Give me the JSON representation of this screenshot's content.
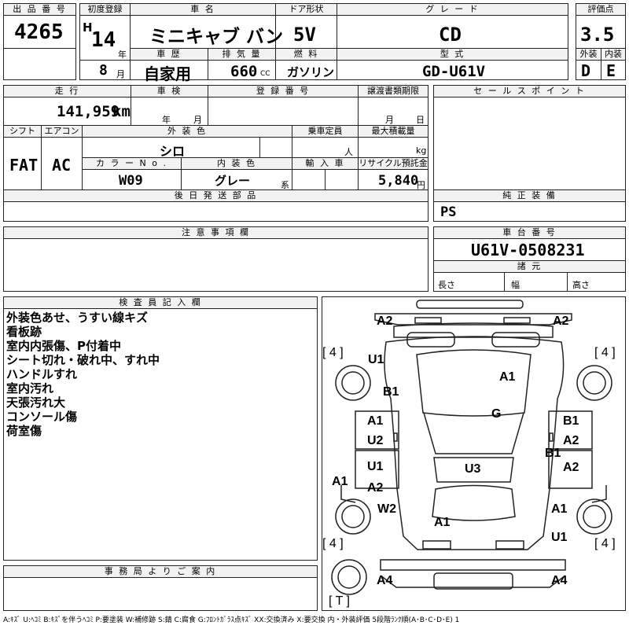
{
  "headers": {
    "lot_no": "出 品 番 号",
    "first_reg": "初度登録",
    "car_name": "車 名",
    "doors": "ドア形状",
    "grade": "グ レ ー ド",
    "score": "評価点",
    "history": "車 歴",
    "displacement": "排 気 量",
    "fuel": "燃 料",
    "model_type": "型 式",
    "exterior": "外装",
    "interior": "内装",
    "mileage": "走 行",
    "inspection": "車 検",
    "reg_no": "登 録 番 号",
    "transfer_deadline": "譲渡書類期限",
    "sales_points": "セ ー ル ス ポ イ ン ト",
    "shift": "シフト",
    "aircon": "エアコン",
    "ext_color": "外 装 色",
    "capacity": "乗車定員",
    "max_load": "最大積載量",
    "color_no": "カ ラ ー N o .",
    "int_color": "内 装 色",
    "import": "輸 入 車",
    "recycle": "リサイクル預託金",
    "later_parts": "後 日 発 送 部 品",
    "genuine_equip": "純 正 装 備",
    "caution": "注 意 事 項 欄",
    "chassis_no": "車 台 番 号",
    "specs": "諸 元",
    "inspector_notes": "検 査 員 記 入 欄",
    "office_notice": "事 務 局 よ り ご 案 内"
  },
  "lot_no": "4265",
  "era": "H",
  "year": "14",
  "year_unit": "年",
  "month": "8",
  "month_unit": "月",
  "car_name": "ミニキャブ バン",
  "doors": "5V",
  "grade": "CD",
  "score": "3.5",
  "history": "自家用",
  "displacement": "660",
  "cc_unit": "CC",
  "fuel": "ガソリン",
  "model_type": "GD-U61V",
  "exterior_grade": "D",
  "interior_grade": "E",
  "mileage": "141,959",
  "mileage_unit": "km",
  "insp_year_unit": "年",
  "insp_month_unit": "月",
  "deadline_month_unit": "月",
  "deadline_day_unit": "日",
  "shift": "FAT",
  "aircon": "AC",
  "ext_color": "シロ",
  "capacity_unit": "人",
  "load_unit": "kg",
  "color_no": "W09",
  "int_color": "グレー",
  "int_color_suffix": "系",
  "recycle": "5,840",
  "recycle_unit": "円",
  "genuine_equip": "PS",
  "chassis_no": "U61V-0508231",
  "spec_length": "長さ",
  "spec_width": "幅",
  "spec_height": "高さ",
  "notes": [
    "外装色あせ、うすい線キズ",
    "看板跡",
    "室内内張傷、P付着中",
    "シート切れ・破れ中、すれ中",
    "ハンドルすれ",
    "室内汚れ",
    "天張汚れ大",
    "コンソール傷",
    "荷室傷"
  ],
  "diagram": {
    "tire_labels": [
      "[ 4 ]",
      "[ 4 ]",
      "[ 4 ]",
      "[ 4 ]",
      "[ T ]"
    ],
    "damage_marks": [
      "A2",
      "A2",
      "U1",
      "A1",
      "B1",
      "G",
      "A1",
      "U2",
      "B1",
      "A2",
      "B1",
      "U1",
      "U3",
      "A2",
      "A1",
      "A2",
      "W2",
      "A1",
      "A1",
      "U1",
      "A4",
      "A4"
    ]
  },
  "legend": "A:ｷｽﾞ U:ﾍｺﾐ B:ｷｽﾞを伴うﾍｺﾐ P:要塗装 W:補修跡 S:錆 C:腐食 G:ﾌﾛﾝﾄｶﾞﾗｽ点ｷｽﾞ XX:交換済み X:要交換 内・外装評価 5段階ﾗﾝｸ順(A･B･C･D･E) 1"
}
